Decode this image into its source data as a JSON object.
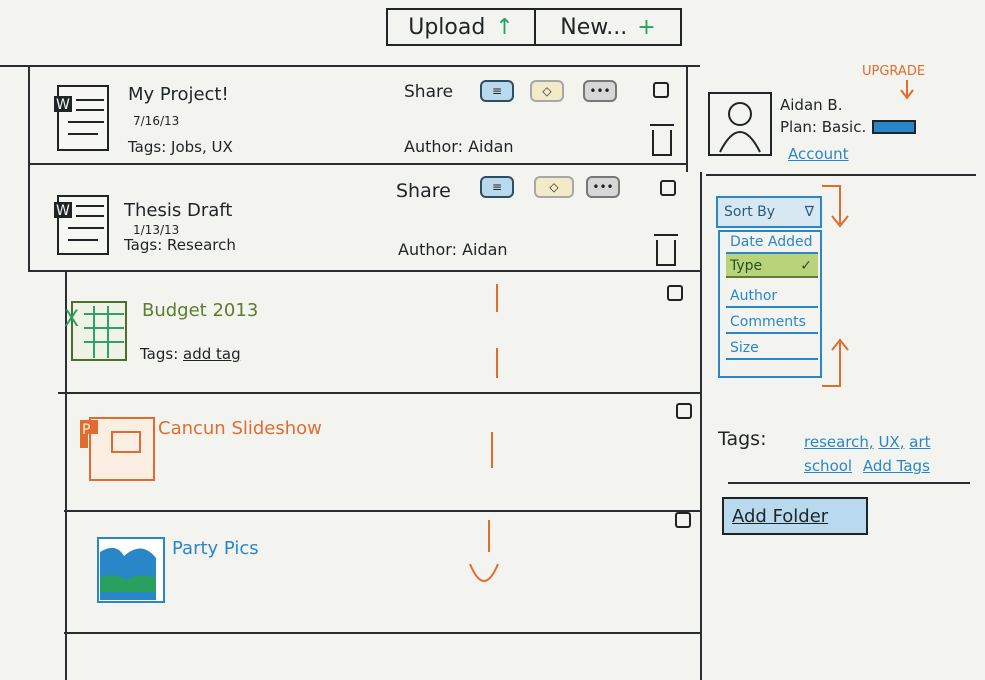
{
  "toolbar": {
    "upload_label": "Upload",
    "upload_icon": "↑",
    "new_label": "New...",
    "new_icon": "+"
  },
  "files": [
    {
      "title": "My Project!",
      "date": "7/16/13",
      "tags_label": "Tags:",
      "tags": "Jobs, UX",
      "share_label": "Share",
      "author": "Author: Aidan",
      "icon_letter": "W",
      "title_color": "#1f2426"
    },
    {
      "title": "Thesis Draft",
      "date": "1/13/13",
      "tags_label": "Tags:",
      "tags": "Research",
      "share_label": "Share",
      "author": "Author: Aidan",
      "icon_letter": "W",
      "title_color": "#1f2426"
    },
    {
      "title": "Budget 2013",
      "tags_label": "Tags:",
      "tags": "add tag",
      "icon_letter": "X",
      "title_color": "#5b7d2d"
    },
    {
      "title": "Cancun Slideshow",
      "icon_letter": "P",
      "title_color": "#e06d2f"
    },
    {
      "title": "Party Pics",
      "title_color": "#2a87c7"
    }
  ],
  "sidebar": {
    "user": {
      "name": "Aidan B.",
      "plan_label": "Plan: Basic.",
      "upgrade_label": "UPGRADE",
      "account_link": "Account"
    },
    "sort": {
      "button_label": "Sort By",
      "button_icon": "∇",
      "options": [
        {
          "label": "Date Added",
          "selected": false
        },
        {
          "label": "Type",
          "selected": true
        },
        {
          "label": "Author",
          "selected": false
        },
        {
          "label": "Comments",
          "selected": false
        },
        {
          "label": "Size",
          "selected": false
        }
      ]
    },
    "tags": {
      "label": "Tags:",
      "items": [
        "research,",
        "UX,",
        "art",
        "school"
      ],
      "add_link": "Add Tags"
    },
    "add_folder_label": "Add Folder"
  },
  "colors": {
    "accent_blue": "#2a87c7",
    "accent_green": "#5b7d2d",
    "accent_orange": "#e06d2f",
    "highlight_green": "#b9d37a"
  }
}
